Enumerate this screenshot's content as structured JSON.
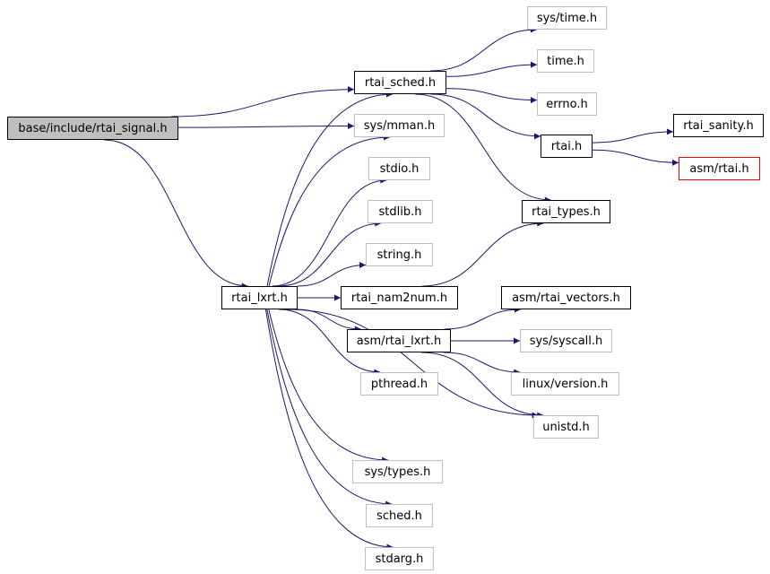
{
  "colors": {
    "edge": "#191970",
    "node_border": "#000000",
    "node_border_external": "#bfbfbf",
    "node_border_truncated": "#ff0000",
    "root_fill": "#bfbfbf"
  },
  "nodes": {
    "root": "base/include/rtai_signal.h",
    "rtai_sched": "rtai_sched.h",
    "rtai_lxrt": "rtai_lxrt.h",
    "sys_time": "sys/time.h",
    "time": "time.h",
    "errno": "errno.h",
    "rtai": "rtai.h",
    "rtai_sanity": "rtai_sanity.h",
    "asm_rtai": "asm/rtai.h",
    "rtai_types": "rtai_types.h",
    "sys_mman": "sys/mman.h",
    "stdio": "stdio.h",
    "stdlib": "stdlib.h",
    "string": "string.h",
    "rtai_nam2num": "rtai_nam2num.h",
    "asm_rtai_vectors": "asm/rtai_vectors.h",
    "asm_rtai_lxrt": "asm/rtai_lxrt.h",
    "sys_syscall": "sys/syscall.h",
    "linux_version": "linux/version.h",
    "unistd": "unistd.h",
    "pthread": "pthread.h",
    "sys_types": "sys/types.h",
    "sched": "sched.h",
    "stdarg": "stdarg.h"
  },
  "edges": [
    [
      "root",
      "rtai_sched"
    ],
    [
      "root",
      "sys_mman"
    ],
    [
      "root",
      "rtai_lxrt"
    ],
    [
      "rtai_sched",
      "sys_time"
    ],
    [
      "rtai_sched",
      "time"
    ],
    [
      "rtai_sched",
      "errno"
    ],
    [
      "rtai_sched",
      "rtai"
    ],
    [
      "rtai_sched",
      "rtai_types"
    ],
    [
      "rtai",
      "rtai_sanity"
    ],
    [
      "rtai",
      "asm_rtai"
    ],
    [
      "rtai_lxrt",
      "rtai_sched"
    ],
    [
      "rtai_lxrt",
      "sys_mman"
    ],
    [
      "rtai_lxrt",
      "stdio"
    ],
    [
      "rtai_lxrt",
      "stdlib"
    ],
    [
      "rtai_lxrt",
      "string"
    ],
    [
      "rtai_lxrt",
      "rtai_nam2num"
    ],
    [
      "rtai_lxrt",
      "asm_rtai_lxrt"
    ],
    [
      "rtai_lxrt",
      "pthread"
    ],
    [
      "rtai_lxrt",
      "unistd"
    ],
    [
      "rtai_lxrt",
      "sys_types"
    ],
    [
      "rtai_lxrt",
      "sched"
    ],
    [
      "rtai_lxrt",
      "stdarg"
    ],
    [
      "rtai_nam2num",
      "rtai_types"
    ],
    [
      "asm_rtai_lxrt",
      "asm_rtai_vectors"
    ],
    [
      "asm_rtai_lxrt",
      "sys_syscall"
    ],
    [
      "asm_rtai_lxrt",
      "linux_version"
    ],
    [
      "asm_rtai_lxrt",
      "unistd"
    ]
  ]
}
